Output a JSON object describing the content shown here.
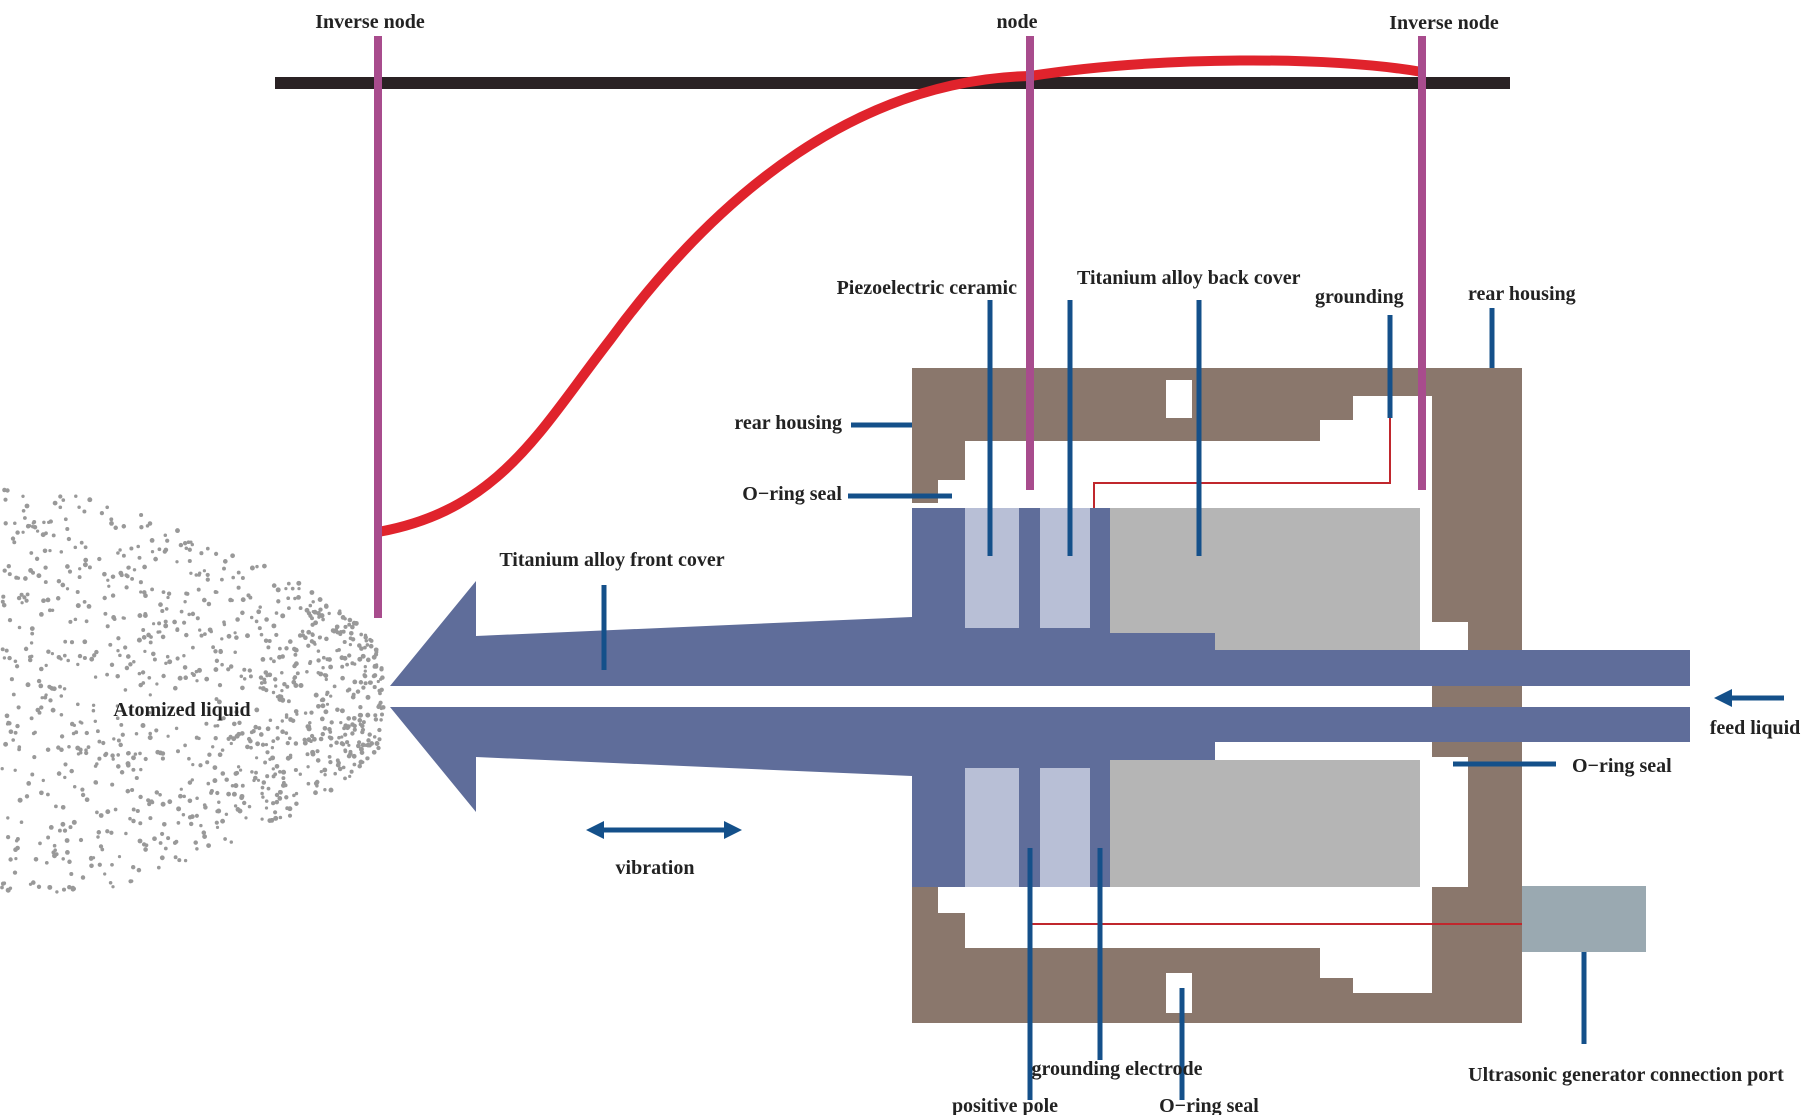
{
  "colors": {
    "housing": "#8a776c",
    "front_cover": "#5f6d9a",
    "ceramic": "#b8bfd6",
    "back_cover": "#b5b5b5",
    "port": "#9aa9b1",
    "leader": "#14508a",
    "node_line": "#a84c8d",
    "wave": "#e0232c",
    "baseline": "#2a2224",
    "wire": "#c0272d",
    "droplet": "#999999"
  },
  "labels": {
    "inverse_node_left": "Inverse node",
    "node": "node",
    "inverse_node_right": "Inverse node",
    "piezo_ceramic": "Piezoelectric ceramic",
    "back_cover": "Titanium alloy back cover",
    "grounding": "grounding",
    "rear_housing_top": "rear housing",
    "rear_housing_left": "rear housing",
    "o_ring_upper": "O−ring seal",
    "front_cover": "Titanium alloy front cover",
    "atomized_liquid": "Atomized liquid",
    "feed_liquid": "feed liquid",
    "o_ring_right": "O−ring seal",
    "vibration": "vibration",
    "generator_port": "Ultrasonic generator connection port",
    "grounding_electrode": "grounding electrode",
    "positive_pole": "positive pole",
    "o_ring_bottom": "O−ring seal"
  }
}
